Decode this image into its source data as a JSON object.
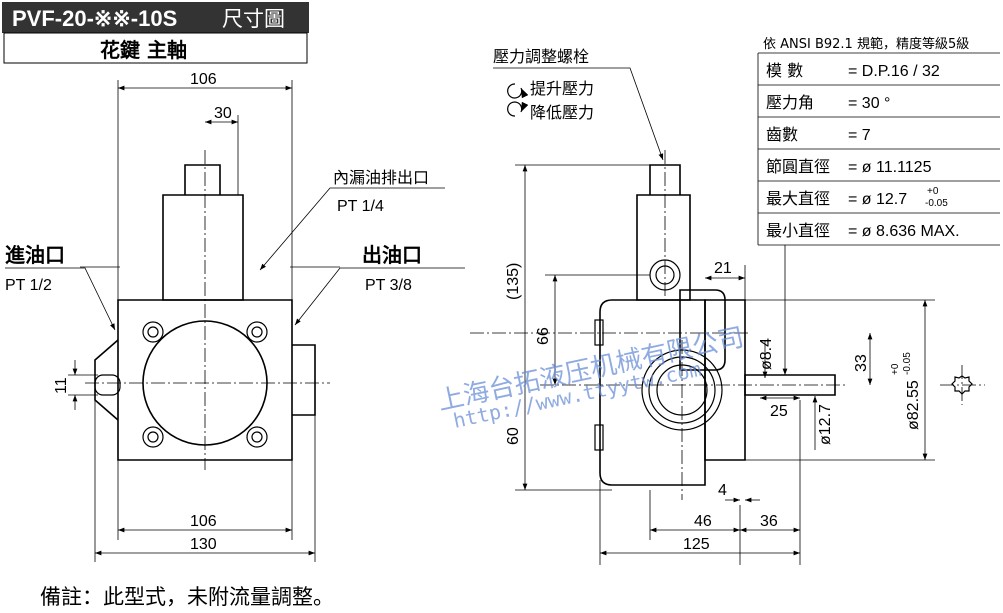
{
  "title": {
    "model": "PVF-20-※※-10S",
    "suffix": "尺寸圖",
    "subtitle": "花鍵 主軸"
  },
  "left_view": {
    "inlet_label": "進油口",
    "inlet_size": "PT 1/2",
    "outlet_label": "出油口",
    "outlet_size": "PT 3/8",
    "drain_label": "內漏油排出口",
    "drain_size": "PT 1/4",
    "dims": {
      "top_width": "106",
      "center_offset": "30",
      "bottom_width": "106",
      "overall_width": "130",
      "slot": "11"
    }
  },
  "right_view": {
    "adjust_label": "壓力調整螺栓",
    "increase_label": "提升壓力",
    "decrease_label": "降低壓力",
    "dims": {
      "height_total": "(135)",
      "upper": "66",
      "lower": "60",
      "port_offset": "21",
      "shaft_dia_small": "ø8.4",
      "shaft_len": "25",
      "shaft_dia": "ø12.7",
      "offset_33": "33",
      "pilot_dia": "ø82.55",
      "pilot_tol_upper": "+0",
      "pilot_tol_lower": "-0.05",
      "flange_thk": "4",
      "body_46": "46",
      "shaft_36": "36",
      "overall_len": "125"
    }
  },
  "spline_table": {
    "header": "依 ANSI B92.1 規範，精度等級5級",
    "rows": [
      {
        "label": "模 數",
        "value": "= D.P.16 / 32"
      },
      {
        "label": "壓力角",
        "value": "= 30 °"
      },
      {
        "label": "齒數",
        "value": "=  7"
      },
      {
        "label": "節圓直徑",
        "value": "= ø 11.1125"
      },
      {
        "label": "最大直徑",
        "value": "= ø 12.7",
        "tol_upper": "+0",
        "tol_lower": "-0.05"
      },
      {
        "label": "最小直徑",
        "value": "= ø 8.636 MAX."
      }
    ]
  },
  "note": "備註：此型式，未附流量調整。",
  "watermark": {
    "company": "上海台拓液压机械有限公司",
    "url": "http://www.ttyytw.com"
  }
}
